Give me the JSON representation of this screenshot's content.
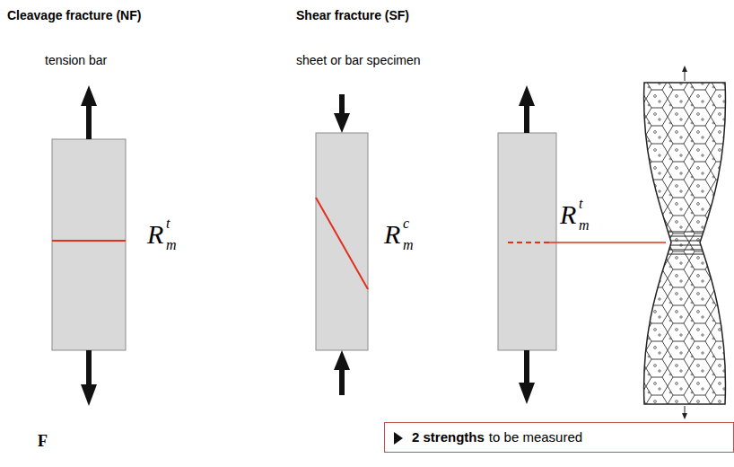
{
  "diagram": {
    "nodes": [
      {
        "text": [
          "2 strengths",
          "to be measured"
        ]
      }
    ],
    "labels": [
      "Cleavage fracture (NF)",
      "tension bar",
      "R",
      "t",
      "m",
      "F",
      "Shear fracture (SF)",
      "sheet  or  bar specimen",
      "R",
      "c",
      "m",
      "R",
      "t",
      "m"
    ]
  }
}
